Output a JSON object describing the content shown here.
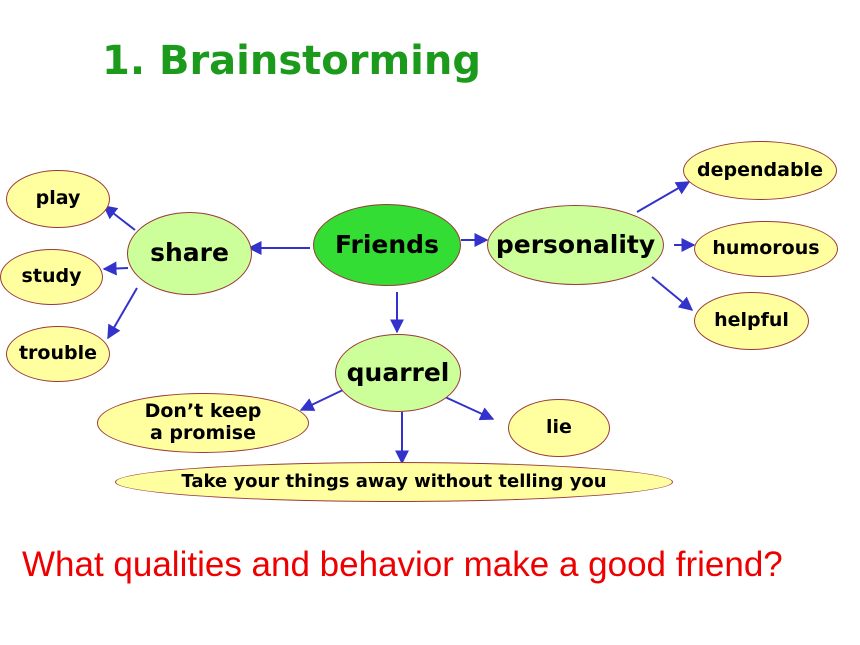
{
  "title": "1. Brainstorming",
  "colors": {
    "title": "#1c9a1c",
    "question": "#ee0000",
    "center_fill": "#33dd33",
    "category_fill": "#ccff99",
    "leaf_fill": "#ffff9f",
    "arrow": "#3333cc",
    "node_border": "#9a3a3a"
  },
  "nodes": {
    "center": "Friends",
    "share": "share",
    "personality": "personality",
    "quarrel": "quarrel",
    "play": "play",
    "study": "study",
    "trouble": "trouble",
    "dependable": "dependable",
    "humorous": "humorous",
    "helpful": "helpful",
    "promise": "Don’t keep\na promise",
    "lie": "lie",
    "take": "Take your things  away without telling you"
  },
  "edges": [
    {
      "from": "Friends",
      "to": "share"
    },
    {
      "from": "Friends",
      "to": "personality"
    },
    {
      "from": "Friends",
      "to": "quarrel"
    },
    {
      "from": "share",
      "to": "play"
    },
    {
      "from": "share",
      "to": "study"
    },
    {
      "from": "share",
      "to": "trouble"
    },
    {
      "from": "personality",
      "to": "dependable"
    },
    {
      "from": "personality",
      "to": "humorous"
    },
    {
      "from": "personality",
      "to": "helpful"
    },
    {
      "from": "quarrel",
      "to": "Don’t keep a promise"
    },
    {
      "from": "quarrel",
      "to": "lie"
    },
    {
      "from": "quarrel",
      "to": "Take your things away without telling you"
    }
  ],
  "question": "What qualities and behavior make a good friend?"
}
